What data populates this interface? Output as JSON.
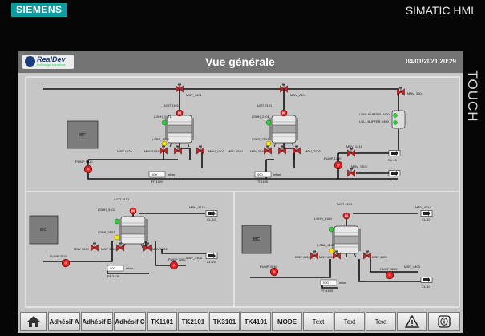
{
  "brand": "SIEMENS",
  "product": "SIMATIC HMI",
  "touch_label": "TOUCH",
  "header": {
    "logo_text": "RealDev",
    "logo_subtext": "technologie industrielle",
    "title": "Vue générale",
    "datetime": "04/01/2021 20:29"
  },
  "process": {
    "tank_section_1": {
      "agit_left": "AGIT 1101",
      "agit_right": "AGIT 2101",
      "lshh_left": "LSHH_1101",
      "lshh_right": "LSHH_2101",
      "lsbb_left": "LSBB_1102",
      "lsbb_right": "LSBB_2102",
      "mbv_1401": "MBV_1401",
      "mbv_2401": "MBV_2401",
      "mbv_1020": "MBV 1020",
      "mbv_1016": "MBV 1016",
      "mbv_1202": "MBV_1202",
      "mbv_2020": "MBV 2020",
      "mbv_2016": "MBV 2016",
      "mbv_2202": "MBV_2202",
      "mbv_1216": "MBV_1216",
      "mbv_1303": "MBV_1303",
      "mbv_3001": "MBV_3001",
      "pump_1010": "PUMP 1010",
      "pump_1200": "PUMP 1200",
      "pt_1109": "PT 1109",
      "pt_2109": "PT2109",
      "ibc": "IBC",
      "lsh1_buffer": "LSH1 BUFFER V400",
      "lsl1_buffer": "LSL1 BUFFER V400",
      "cl_10": "CL-10",
      "mbar": "mbar",
      "value": "000"
    },
    "tank_section_2": {
      "agit": "AGIT 3101",
      "lshh": "LSHH_3104",
      "lsbb": "LSBB_3102",
      "mbv_3216": "MBV_3216",
      "mbv_3020": "MBV 3020",
      "mbv_3016": "MBV 3016",
      "mbv_3202": "MBV 3202",
      "mbv_3303": "MBV_3303",
      "pump_3010": "PUMP 3010",
      "pump_3200": "PUMP 3200",
      "pt_3109": "PT 3109",
      "ibc": "IBC",
      "cl_10": "CL-10",
      "mbar": "mbar",
      "value": "000"
    },
    "tank_section_3": {
      "agit": "AGIT 4101",
      "lshh": "LSHH_4104",
      "lsbb": "LSBB_4102",
      "mbv_4216": "MBV_4216",
      "mbv_4020": "MBV 4020",
      "mbv_4016": "MBV 4016",
      "mbv_4202": "MBV 4202",
      "mbv_4403": "MBV_4403",
      "pump_4010": "PUMP 4010",
      "pump_4200": "PUMP 4200",
      "pt_4109": "PT 4109",
      "ibc": "IBC",
      "cl_10": "CL-10",
      "mbar": "mbar",
      "value": "000"
    }
  },
  "toolbar": {
    "buttons": [
      "Adhésif A",
      "Adhésif B",
      "Adhésif C",
      "TK1101",
      "TK2101",
      "TK3101",
      "TK4101",
      "MODE",
      "Text",
      "Text",
      "Text"
    ]
  },
  "colors": {
    "bezel": "#050505",
    "screen": "#c6c6c6",
    "header": "#737373",
    "brand": "#0d9aa0",
    "valve_red": "#cc2222",
    "indicator_green": "#2fd23a"
  },
  "icons": {
    "home": "home-icon",
    "warning": "warning-icon",
    "info": "info-icon"
  }
}
